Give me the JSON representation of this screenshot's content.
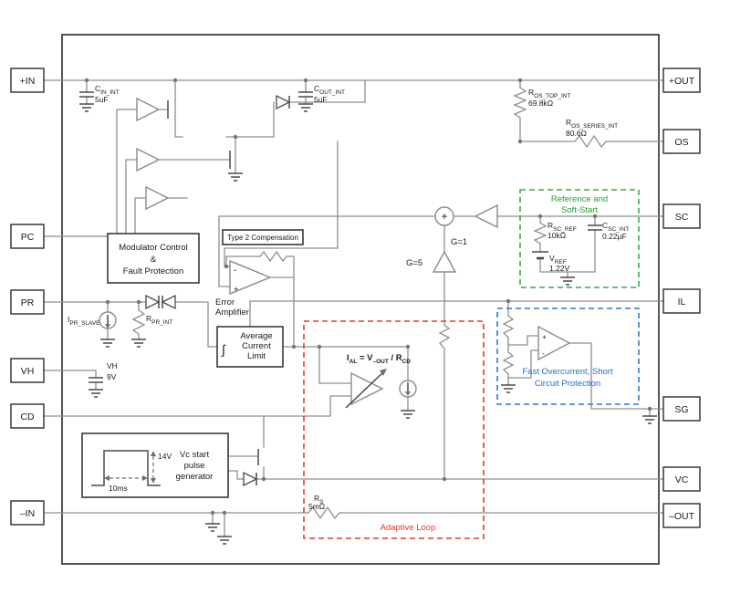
{
  "pins": {
    "left": [
      {
        "label": "+IN"
      },
      {
        "label": "PC"
      },
      {
        "label": "PR"
      },
      {
        "label": "VH"
      },
      {
        "label": "CD"
      },
      {
        "label": "–IN"
      }
    ],
    "right": [
      {
        "label": "+OUT"
      },
      {
        "label": "OS"
      },
      {
        "label": "SC"
      },
      {
        "label": "IL"
      },
      {
        "label": "SG"
      },
      {
        "label": "VC"
      },
      {
        "label": "–OUT"
      }
    ]
  },
  "components": {
    "c_in": {
      "ref": "C",
      "sub": "IN_INT",
      "value": "5uF"
    },
    "c_out": {
      "ref": "C",
      "sub": "OUT_INT",
      "value": "5uF"
    },
    "r_os_top": {
      "ref": "R",
      "sub": "OS_TOP_INT",
      "value": "69.8kΩ"
    },
    "r_os_series": {
      "ref": "R",
      "sub": "OS_SERIES_INT",
      "value": "80.6Ω"
    },
    "r_sc_ref": {
      "ref": "R",
      "sub": "SC_REF",
      "value": "10kΩ"
    },
    "c_sc_int": {
      "ref": "C",
      "sub": "SC_INT",
      "value": "0.22µF"
    },
    "v_ref": {
      "ref": "V",
      "sub": "REF",
      "value": "1.22V"
    },
    "i_pr_slave": {
      "ref": "I",
      "sub": "PR_SLAVE"
    },
    "r_pr_int": {
      "ref": "R",
      "sub": "PR_INT"
    },
    "vh_source": {
      "label": "VH",
      "value": "9V"
    },
    "r_s": {
      "ref": "R",
      "sub": "S",
      "value": "5mΩ"
    }
  },
  "blocks": {
    "modulator": {
      "line1": "Modulator Control",
      "line2": "&",
      "line3": "Fault Protection"
    },
    "type2": {
      "label": "Type 2 Compensation"
    },
    "error_amp": {
      "line1": "Error",
      "line2": "Amplifier",
      "minus": "-",
      "plus": "+"
    },
    "avg_limit": {
      "integral": "∫",
      "line1": "Average",
      "line2": "Current",
      "line3": "Limit"
    },
    "pulse_gen": {
      "line1": "Vc start",
      "line2": "pulse",
      "line3": "generator",
      "amplitude": "14V",
      "width": "10ms"
    },
    "reference": {
      "line1": "Reference and",
      "line2": "Soft-Start"
    },
    "fast_oc": {
      "line1": "Fast Overcurrent, Short",
      "line2": "Circuit Protection",
      "plus": "+",
      "minus": "-"
    },
    "adaptive": {
      "label": "Adaptive Loop"
    },
    "summing": {
      "plus": "+"
    },
    "g1": {
      "label": "G=1"
    },
    "g5": {
      "label": "G=5"
    },
    "formula": {
      "p1": "I",
      "s1": "AL",
      "p2": " = V",
      "s2": "–OUT",
      "p3": " / R",
      "s3": "CD"
    }
  },
  "colors": {
    "wire": "#8f8f8f",
    "outline": "#2b2b2b",
    "green": "#1fa03c",
    "blue": "#1f6fd0",
    "red": "#e23b2e"
  }
}
